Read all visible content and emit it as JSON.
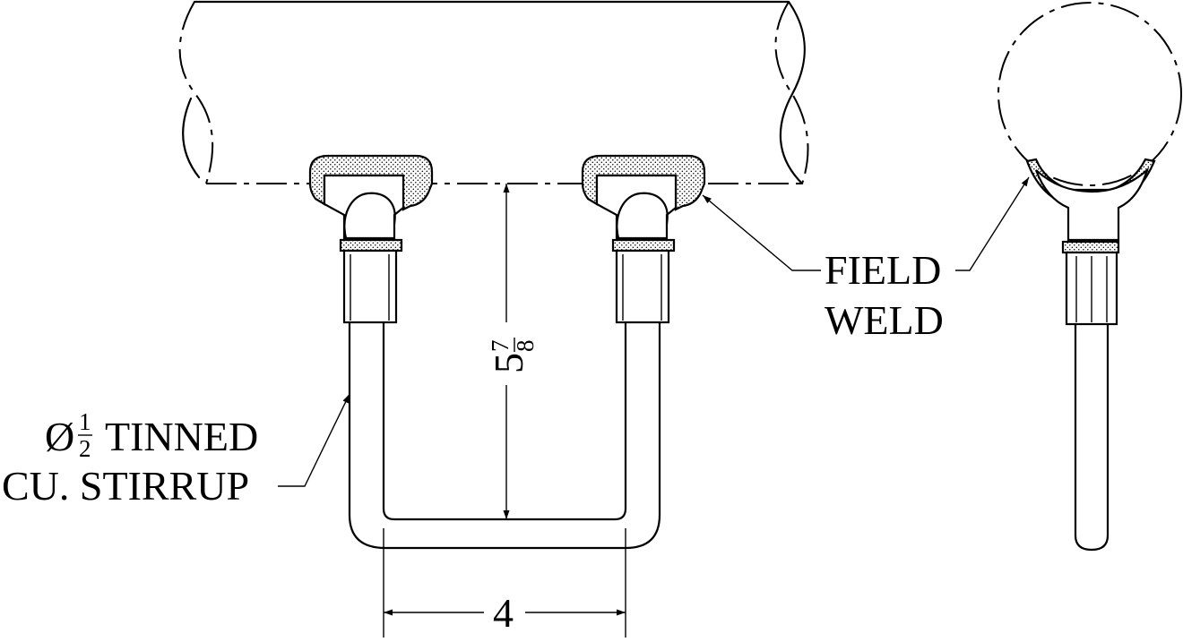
{
  "labels": {
    "stirrup_line1_prefix": "Ø",
    "stirrup_line1_frac_num": "1",
    "stirrup_line1_frac_den": "2",
    "stirrup_line1_suffix": "TINNED",
    "stirrup_line2": "CU. STIRRUP",
    "field_weld_line1": "FIELD",
    "field_weld_line2": "WELD"
  },
  "dimensions": {
    "height_whole": "5",
    "height_num": "7",
    "height_den": "8",
    "width": "4"
  }
}
